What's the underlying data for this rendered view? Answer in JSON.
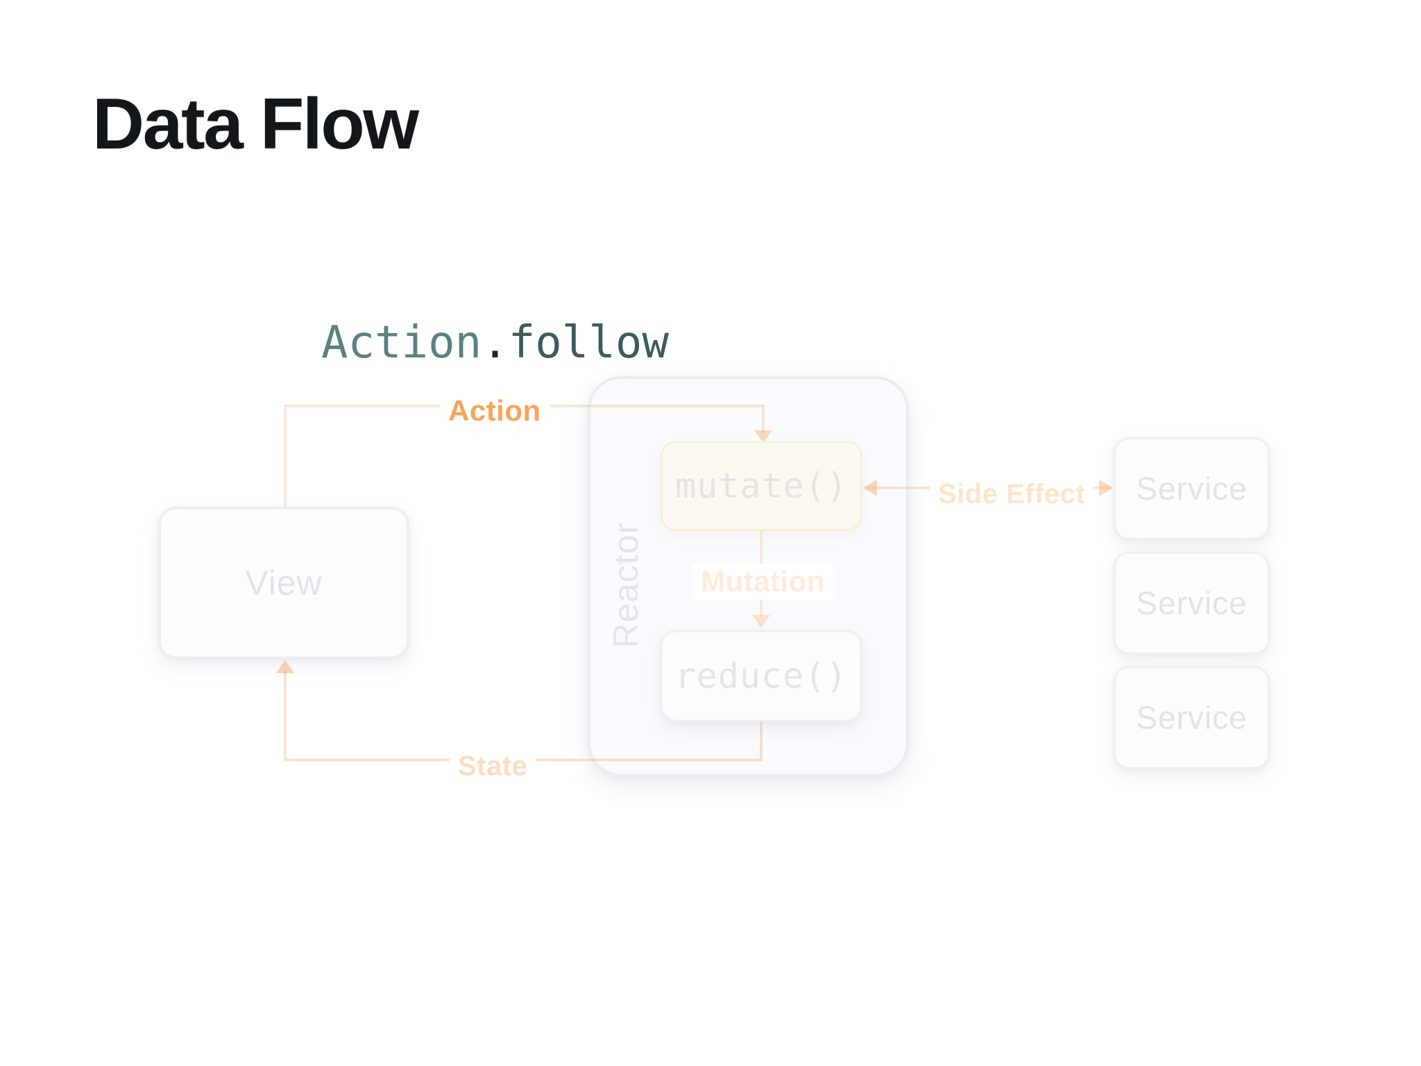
{
  "slide": {
    "title": "Data Flow",
    "code": {
      "segments": [
        {
          "text": "Action",
          "color": "#5b8181"
        },
        {
          "text": ".",
          "color": "#1f2529"
        },
        {
          "text": "follow",
          "color": "#3d5b5b"
        }
      ]
    }
  },
  "diagram": {
    "nodes": {
      "view": "View",
      "reactor": "Reactor",
      "mutate": "mutate()",
      "reduce": "reduce()",
      "services": [
        "Service",
        "Service",
        "Service"
      ]
    },
    "edges": {
      "action": "Action",
      "mutation": "Mutation",
      "side_effect": "Side Effect",
      "state": "State"
    },
    "colors": {
      "accent_orange": "#f6a45c",
      "faded_orange_line": "#f9ddbe",
      "faded_box_border": "#ededf2",
      "faded_box_text": "#e2e2e8",
      "mutate_border": "#f7f0d6",
      "reactor_fill": "#fafbfe"
    }
  }
}
